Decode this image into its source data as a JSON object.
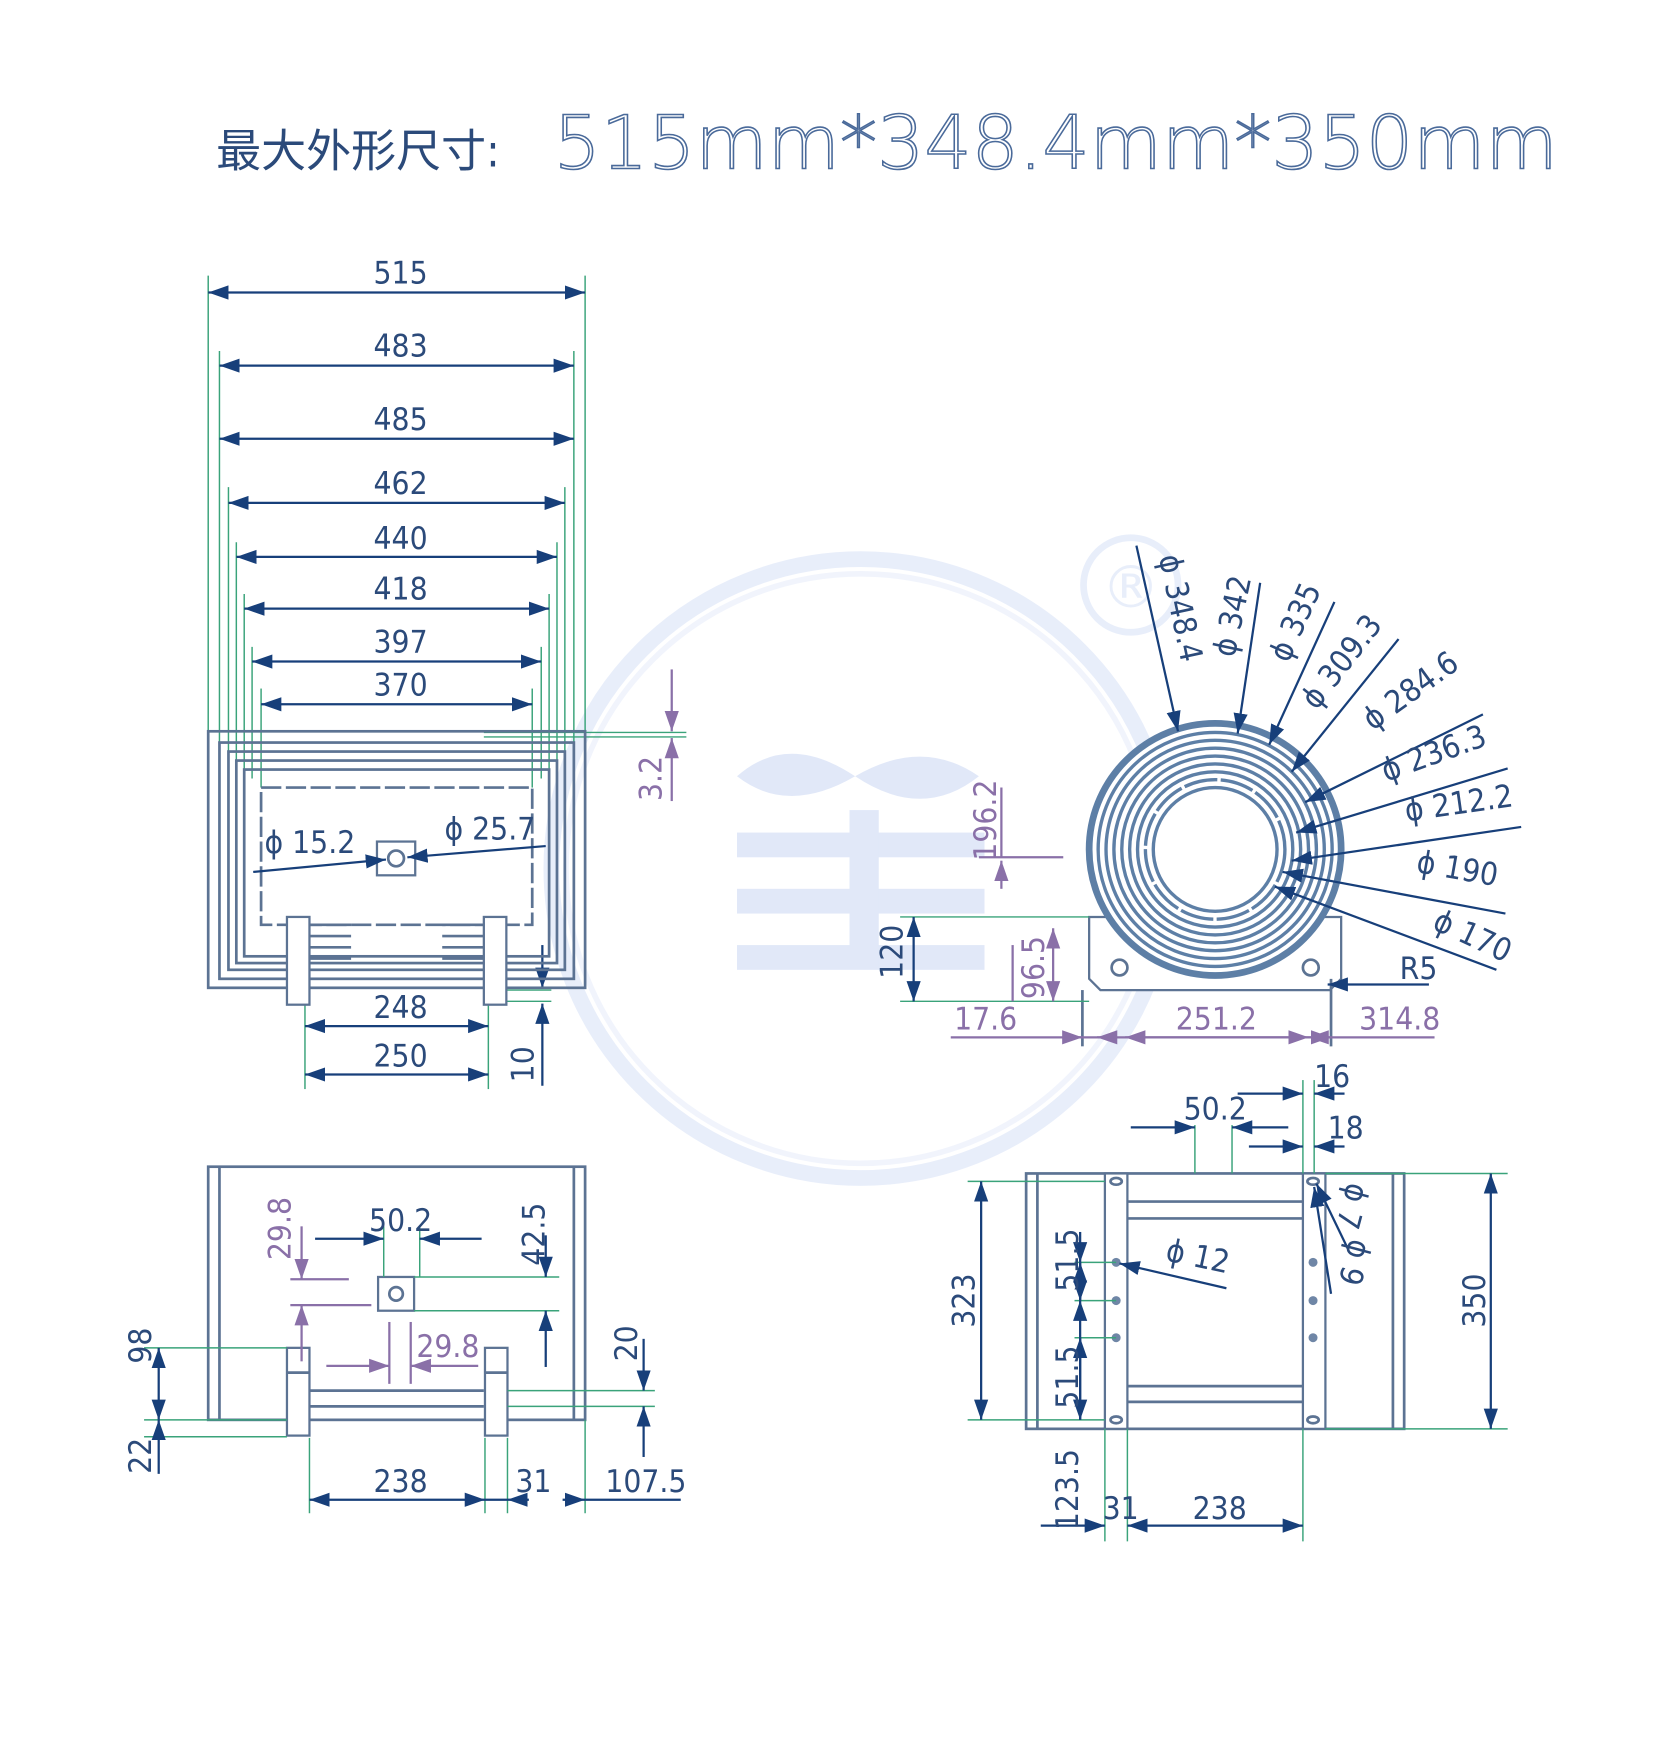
{
  "title": {
    "label": "最大外形尺寸:",
    "dimensions": "515mm*348.4mm*350mm"
  },
  "watermark": {
    "symbol": "®"
  },
  "front_view": {
    "widths": [
      "515",
      "483",
      "485",
      "462",
      "440",
      "418",
      "397",
      "370"
    ],
    "offset": "3.2",
    "hole_left": "ϕ 15.2",
    "hole_right": "ϕ 25.7",
    "foot_inner": "248",
    "foot_outer": "250",
    "foot_height": "10"
  },
  "side_view": {
    "diameters": [
      "ϕ 348.4",
      "ϕ 342",
      "ϕ 335",
      "ϕ 309.3",
      "ϕ 284.6",
      "ϕ 236.3",
      "ϕ 212.2",
      "ϕ 190",
      "ϕ 170"
    ],
    "radius": "R5",
    "center_height": "196.2",
    "base_height": "120",
    "base_inner": "96.5",
    "left_offset": "17.6",
    "foot_span": "251.2",
    "overall_base": "314.8"
  },
  "bottom_left_view": {
    "d_29_8_v": "29.8",
    "d_50_2": "50.2",
    "d_42_5": "42.5",
    "d_29_8_h": "29.8",
    "d_98": "98",
    "d_22": "22",
    "d_20": "20",
    "d_238": "238",
    "d_31": "31",
    "d_107_5": "107.5"
  },
  "bottom_right_view": {
    "d_16": "16",
    "d_50_2": "50.2",
    "d_18": "18",
    "d_323": "323",
    "d_51_5_a": "51.5",
    "d_51_5_b": "51.5",
    "hole_12": "ϕ 12",
    "hole_7": "ϕ 7",
    "hole_9": "ϕ 9",
    "d_350": "350",
    "d_123_5": "123.5",
    "d_31": "31",
    "d_238": "238"
  }
}
